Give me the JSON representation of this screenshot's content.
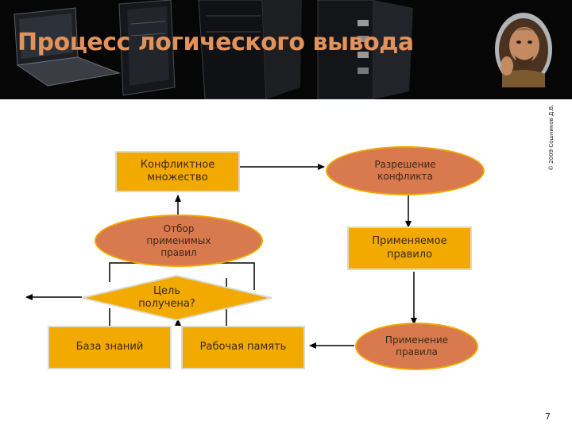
{
  "slide": {
    "title": "Процесс логического вывода",
    "copyright": "© 2009 Сошников Д.В.",
    "page_number": "7"
  },
  "diagram": {
    "nodes": {
      "conflict_set": "Конфликтное множество",
      "conflict_resolution": "Разрешение конфликта",
      "select_rules": "Отбор применимых правил",
      "applied_rule": "Применяемое правило",
      "goal_reached": "Цель получена?",
      "knowledge_base": "База знаний",
      "working_memory": "Рабочая память",
      "apply_rule": "Применение правила"
    }
  },
  "colors": {
    "box_fill": "#f2a900",
    "oval_fill": "#d9794e",
    "header_bg": "#060606",
    "title": "#e2925a"
  }
}
